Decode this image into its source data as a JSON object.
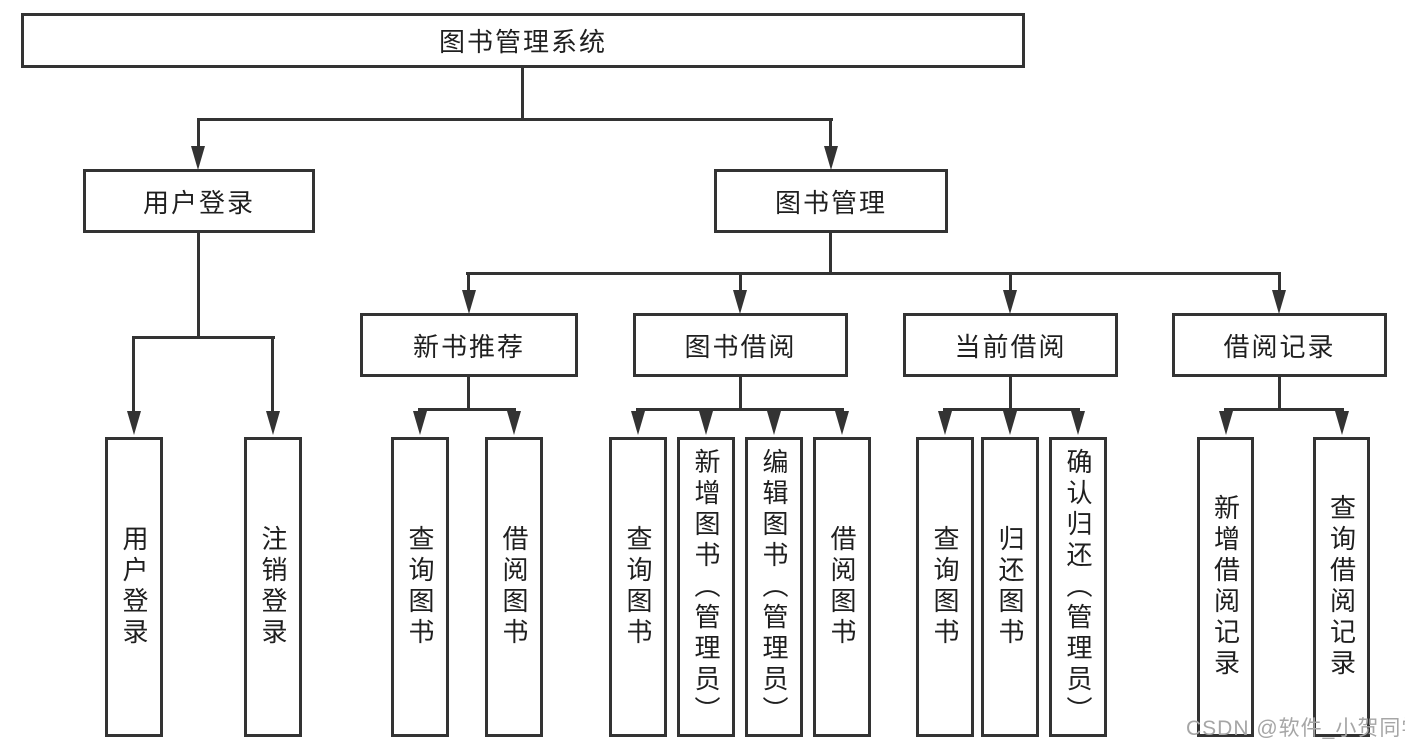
{
  "diagram": {
    "root": {
      "label": "图书管理系统"
    },
    "children": [
      {
        "label": "用户登录",
        "children": [
          {
            "label": "用户登录"
          },
          {
            "label": "注销登录"
          }
        ]
      },
      {
        "label": "图书管理",
        "children": [
          {
            "label": "新书推荐",
            "children": [
              {
                "label": "查询图书"
              },
              {
                "label": "借阅图书"
              }
            ]
          },
          {
            "label": "图书借阅",
            "children": [
              {
                "label": "查询图书"
              },
              {
                "label": "新增图书（管理员）"
              },
              {
                "label": "编辑图书（管理员）"
              },
              {
                "label": "借阅图书"
              }
            ]
          },
          {
            "label": "当前借阅",
            "children": [
              {
                "label": "查询图书"
              },
              {
                "label": "归还图书"
              },
              {
                "label": "确认归还（管理员）"
              }
            ]
          },
          {
            "label": "借阅记录",
            "children": [
              {
                "label": "新增借阅记录"
              },
              {
                "label": "查询借阅记录"
              }
            ]
          }
        ]
      }
    ]
  },
  "watermark": {
    "text": "CSDN @软件_小贺同学"
  },
  "colors": {
    "line": "#333333",
    "box_border": "#333333",
    "text": "#1f1f1f",
    "watermark": "#a6a6a6",
    "background": "#ffffff"
  }
}
